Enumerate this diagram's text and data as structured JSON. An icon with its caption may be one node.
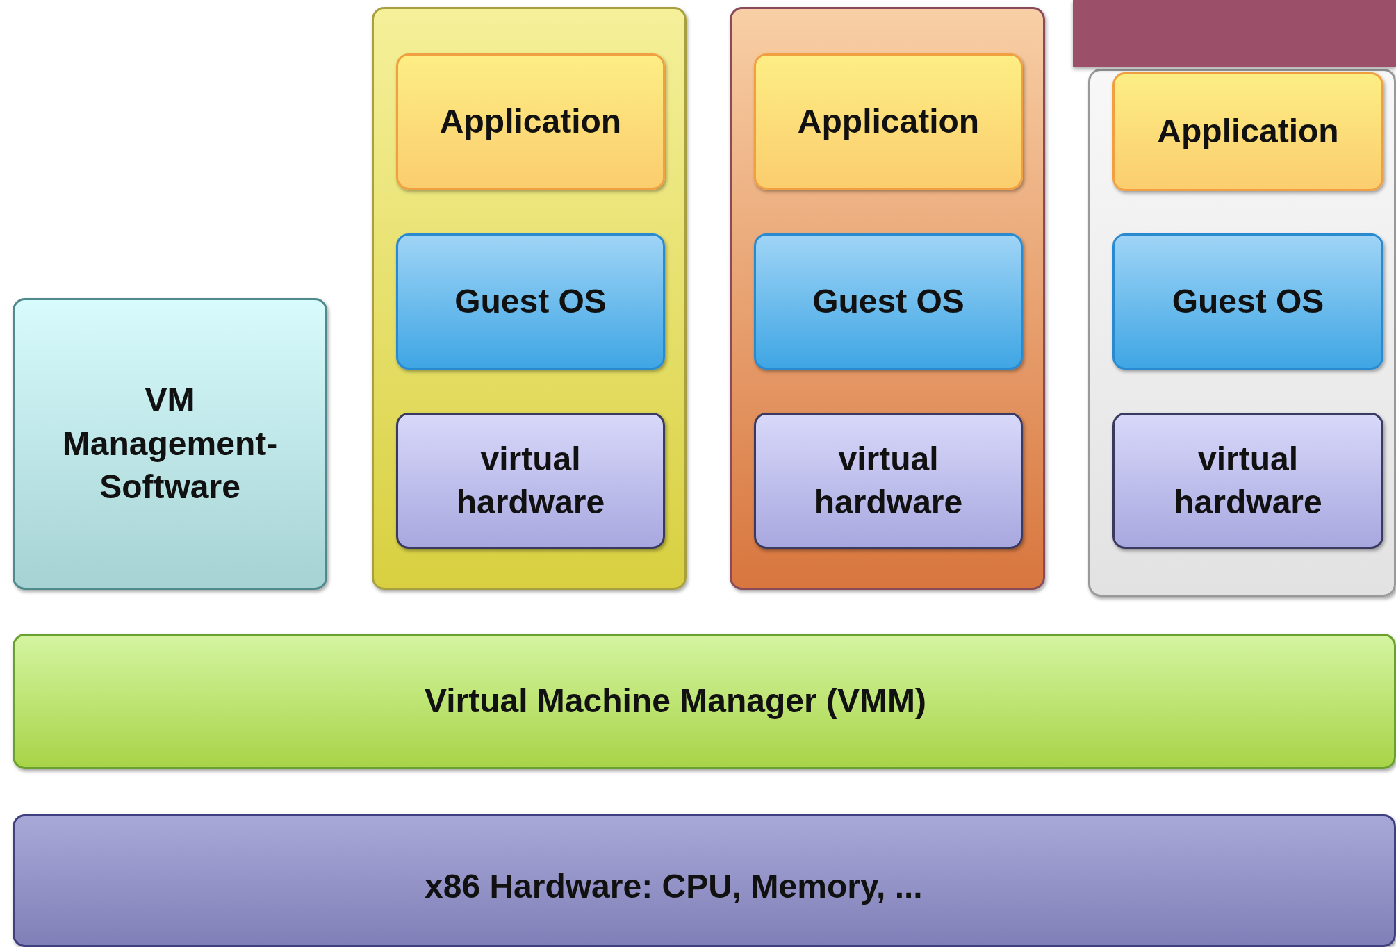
{
  "diagram": {
    "nodes": [
      {
        "text": [
          "VM Management-Software"
        ]
      },
      {
        "text": [],
        "shape": "box"
      },
      {
        "text": [
          "Application"
        ],
        "in": 1
      },
      {
        "text": [
          "Guest OS"
        ],
        "in": 1
      },
      {
        "text": [
          "virtual hardware"
        ],
        "in": 1
      },
      {
        "text": [],
        "shape": "box"
      },
      {
        "text": [
          "Application"
        ],
        "in": 5
      },
      {
        "text": [
          "Guest OS"
        ],
        "in": 5
      },
      {
        "text": [
          "virtual hardware"
        ],
        "in": 5
      },
      {
        "text": [],
        "shape": "box"
      },
      {
        "text": [
          "Application"
        ],
        "in": 9
      },
      {
        "text": [
          "Guest OS"
        ],
        "in": 9
      },
      {
        "text": [
          "virtual hardware"
        ],
        "in": 9
      },
      {
        "text": [
          "Virtual Machine Manager (VMM)"
        ]
      },
      {
        "text": [
          "x86 Hardware: CPU, Memory, ..."
        ]
      },
      {
        "text": [],
        "shape": "box"
      }
    ],
    "edges": []
  }
}
